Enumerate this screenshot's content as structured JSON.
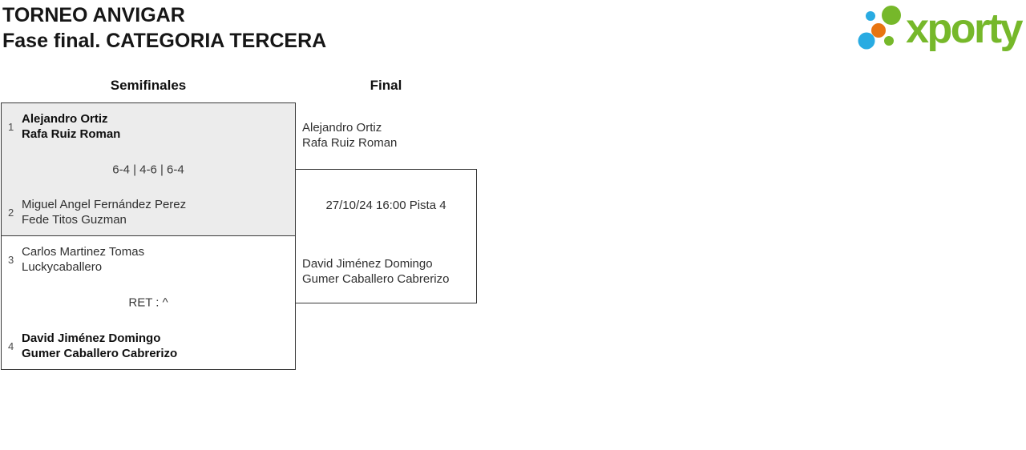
{
  "header": {
    "title": "TORNEO ANVIGAR",
    "subtitle": "Fase final. CATEGORIA TERCERA"
  },
  "logo": {
    "wordmark": "xporty",
    "colors": {
      "green": "#76b82a",
      "blue": "#29abe2",
      "orange": "#e87511"
    }
  },
  "bracket": {
    "rounds": [
      {
        "label": "Semifinales"
      },
      {
        "label": "Final"
      }
    ],
    "semifinals": [
      {
        "seed_top": "1",
        "team_top": [
          "Alejandro Ortiz",
          "Rafa Ruiz Roman"
        ],
        "score": "6-4 | 4-6 | 6-4",
        "seed_bottom": "2",
        "team_bottom": [
          "Miguel Angel Fernández Perez",
          "Fede Titos Guzman"
        ],
        "winner": "top"
      },
      {
        "seed_top": "3",
        "team_top": [
          "Carlos Martinez Tomas",
          "Luckycaballero"
        ],
        "score": "RET : ^",
        "seed_bottom": "4",
        "team_bottom": [
          "David Jiménez Domingo",
          "Gumer Caballero Cabrerizo"
        ],
        "winner": "bottom"
      }
    ],
    "final": {
      "team_top": [
        "Alejandro Ortiz",
        "Rafa Ruiz Roman"
      ],
      "schedule": "27/10/24 16:00 Pista 4",
      "team_bottom": [
        "David Jiménez Domingo",
        "Gumer Caballero Cabrerizo"
      ]
    }
  },
  "style_colors": {
    "box_fill_gray": "#ececec",
    "border_dark": "#383838"
  }
}
